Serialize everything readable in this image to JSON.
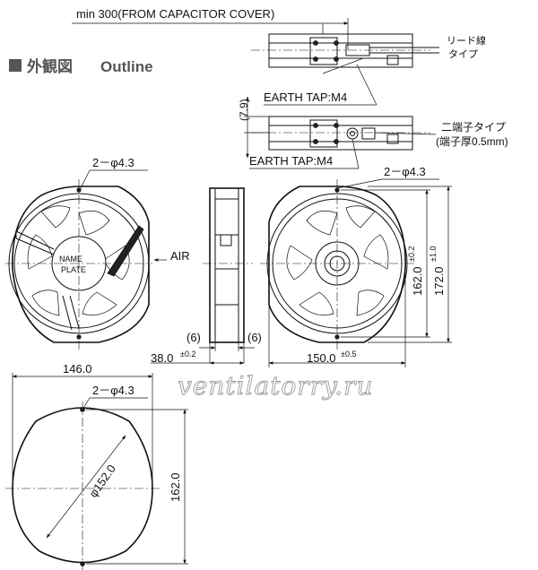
{
  "header": {
    "title_jp": "外観図",
    "title_en": "Outline"
  },
  "top_view": {
    "cable_length": "min 300(FROM CAPACITOR COVER)",
    "lead_wire_label": "リード線",
    "lead_wire_label2": "タイプ"
  },
  "terminal_view": {
    "earth_tap_1": "EARTH TAP:M4",
    "earth_tap_2": "EARTH TAP:M4",
    "offset_dim": "(7.9)",
    "terminal_label": "二端子タイプ",
    "terminal_label2": "(端子厚0.5mm)"
  },
  "front_view": {
    "hole_label": "2－φ4.3",
    "name_plate_1": "NAME",
    "name_plate_2": "PLATE",
    "airflow": "AIR"
  },
  "side_view": {
    "gap_left": "(6)",
    "gap_right": "(6)",
    "depth": "38.0",
    "depth_tol": "±0.2"
  },
  "rear_view": {
    "hole_label": "2－φ4.3",
    "width": "150.0",
    "width_tol": "±0.5",
    "height_inner": "162.0",
    "height_inner_tol": "±0.2",
    "height_outer": "172.0",
    "height_outer_tol": "±1.0"
  },
  "cutout_view": {
    "width": "146.0",
    "hole_label": "2－φ4.3",
    "diameter": "φ152.0",
    "height": "162.0"
  },
  "watermark": "ventilatorry.ru"
}
